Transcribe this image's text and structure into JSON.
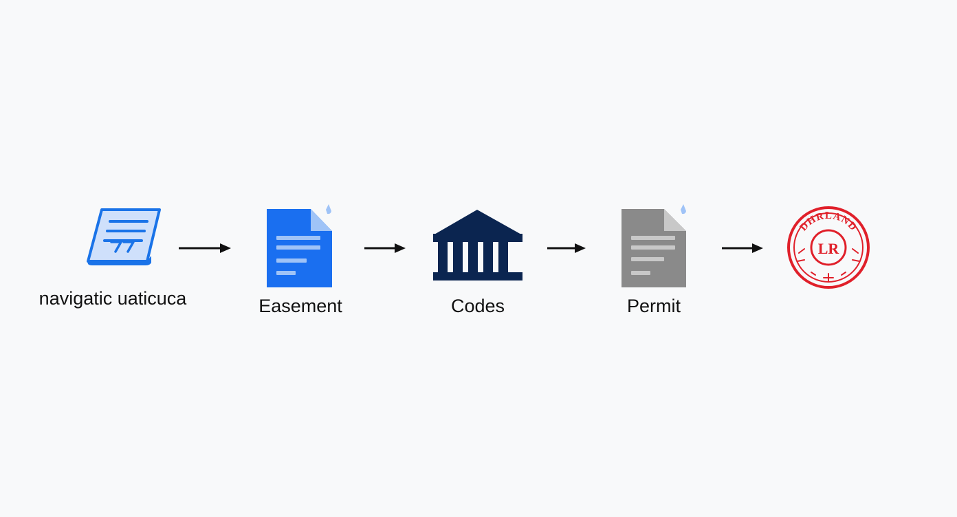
{
  "diagram": {
    "steps": [
      {
        "label": "navigatic uaticuca",
        "icon": "scroll-document-icon",
        "color": "#1a73e8"
      },
      {
        "label": "Easement",
        "icon": "document-icon",
        "color": "#1a73e8"
      },
      {
        "label": "Codes",
        "icon": "courthouse-icon",
        "color": "#0b2550"
      },
      {
        "label": "Permit",
        "icon": "document-icon",
        "color": "#8a8a8a"
      },
      {
        "label": "",
        "icon": "stamp-seal-icon",
        "color": "#e0202a"
      }
    ],
    "stamp": {
      "center_text": "LR",
      "ring_text": "DHRLAND"
    },
    "arrow_color": "#111111"
  }
}
